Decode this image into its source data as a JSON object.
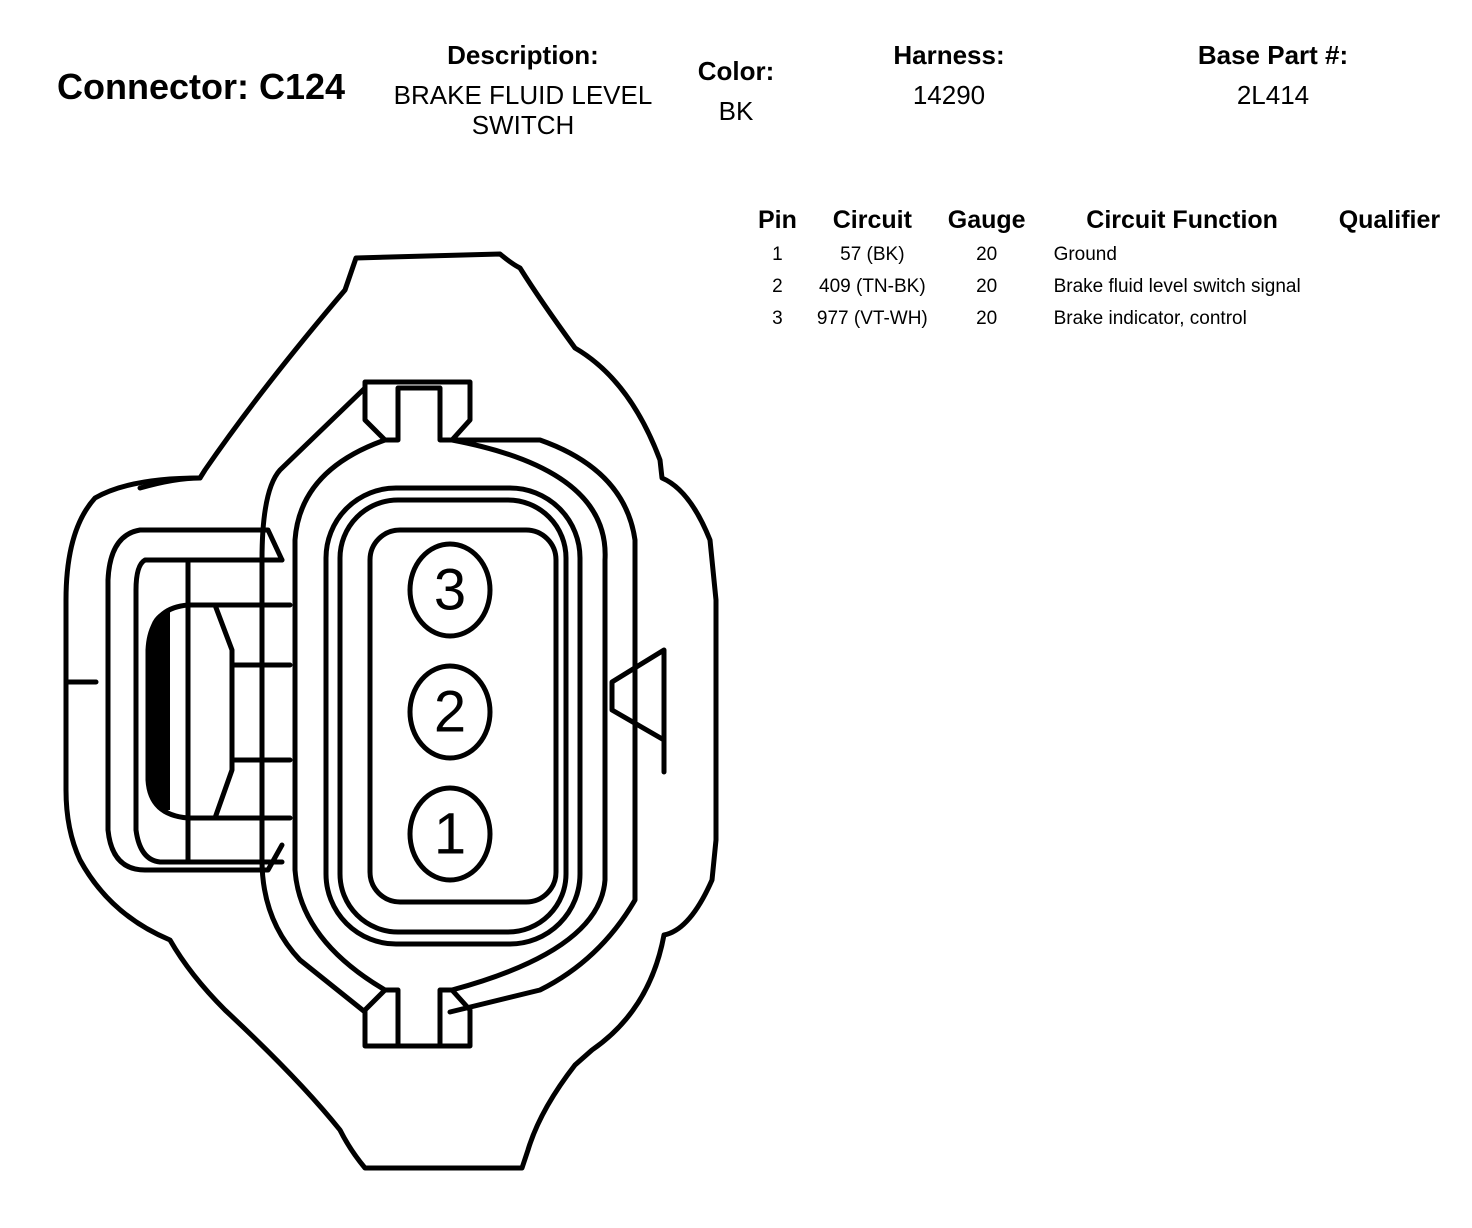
{
  "header": {
    "connector_label": "Connector: C124",
    "description_label": "Description:",
    "description_value_line1": "BRAKE FLUID LEVEL",
    "description_value_line2": "SWITCH",
    "color_label": "Color:",
    "color_value": "BK",
    "harness_label": "Harness:",
    "harness_value": "14290",
    "base_part_label": "Base Part #:",
    "base_part_value": "2L414"
  },
  "table": {
    "headers": [
      "Pin",
      "Circuit",
      "Gauge",
      "Circuit Function",
      "Qualifier"
    ],
    "rows": [
      {
        "pin": "1",
        "circuit": "57 (BK)",
        "gauge": "20",
        "function": "Ground",
        "qualifier": ""
      },
      {
        "pin": "2",
        "circuit": "409 (TN-BK)",
        "gauge": "20",
        "function": "Brake fluid level switch signal",
        "qualifier": ""
      },
      {
        "pin": "3",
        "circuit": "977 (VT-WH)",
        "gauge": "20",
        "function": "Brake indicator, control",
        "qualifier": ""
      }
    ]
  },
  "diagram": {
    "pin_labels": [
      "3",
      "2",
      "1"
    ]
  }
}
